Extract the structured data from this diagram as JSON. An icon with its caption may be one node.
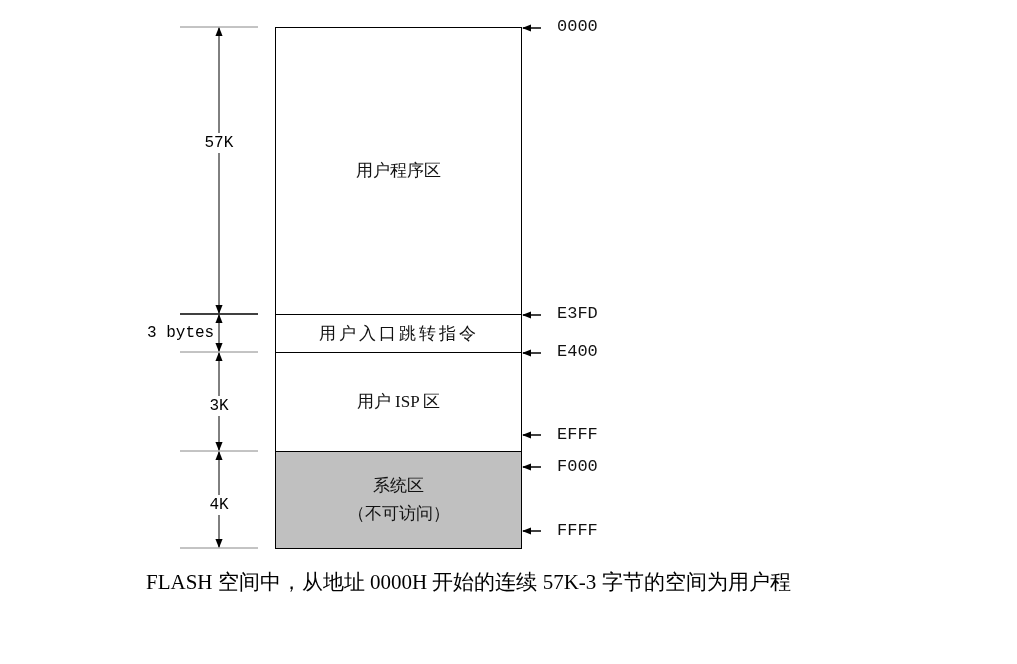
{
  "diagram": {
    "nodes": [
      {
        "text": [
          "用户程序区"
        ]
      },
      {
        "text": [
          "用户入口跳转指令"
        ]
      },
      {
        "text": [
          "用户 ISP 区"
        ]
      },
      {
        "text": [
          "系统区",
          "（不可访问）"
        ]
      },
      {
        "text": [
          "0000"
        ]
      },
      {
        "text": [
          "E3FD"
        ]
      },
      {
        "text": [
          "E400"
        ]
      },
      {
        "text": [
          "EFFF"
        ]
      },
      {
        "text": [
          "F000"
        ]
      },
      {
        "text": [
          "FFFF"
        ]
      }
    ],
    "edges": [
      {
        "from": 4,
        "to": 0,
        "arrow": "to"
      },
      {
        "from": 5,
        "to": 1,
        "arrow": "to"
      },
      {
        "from": 6,
        "to": 2,
        "arrow": "to"
      },
      {
        "from": 7,
        "to": 2,
        "arrow": "to"
      },
      {
        "from": 8,
        "to": 3,
        "arrow": "to"
      },
      {
        "from": 9,
        "to": 3,
        "arrow": "to"
      }
    ],
    "labels": [
      "57K",
      "3 bytes",
      "3K",
      "4K",
      "FLASH 空间中，从地址 0000H 开始的连续 57K-3 字节的空间为用户程"
    ]
  }
}
